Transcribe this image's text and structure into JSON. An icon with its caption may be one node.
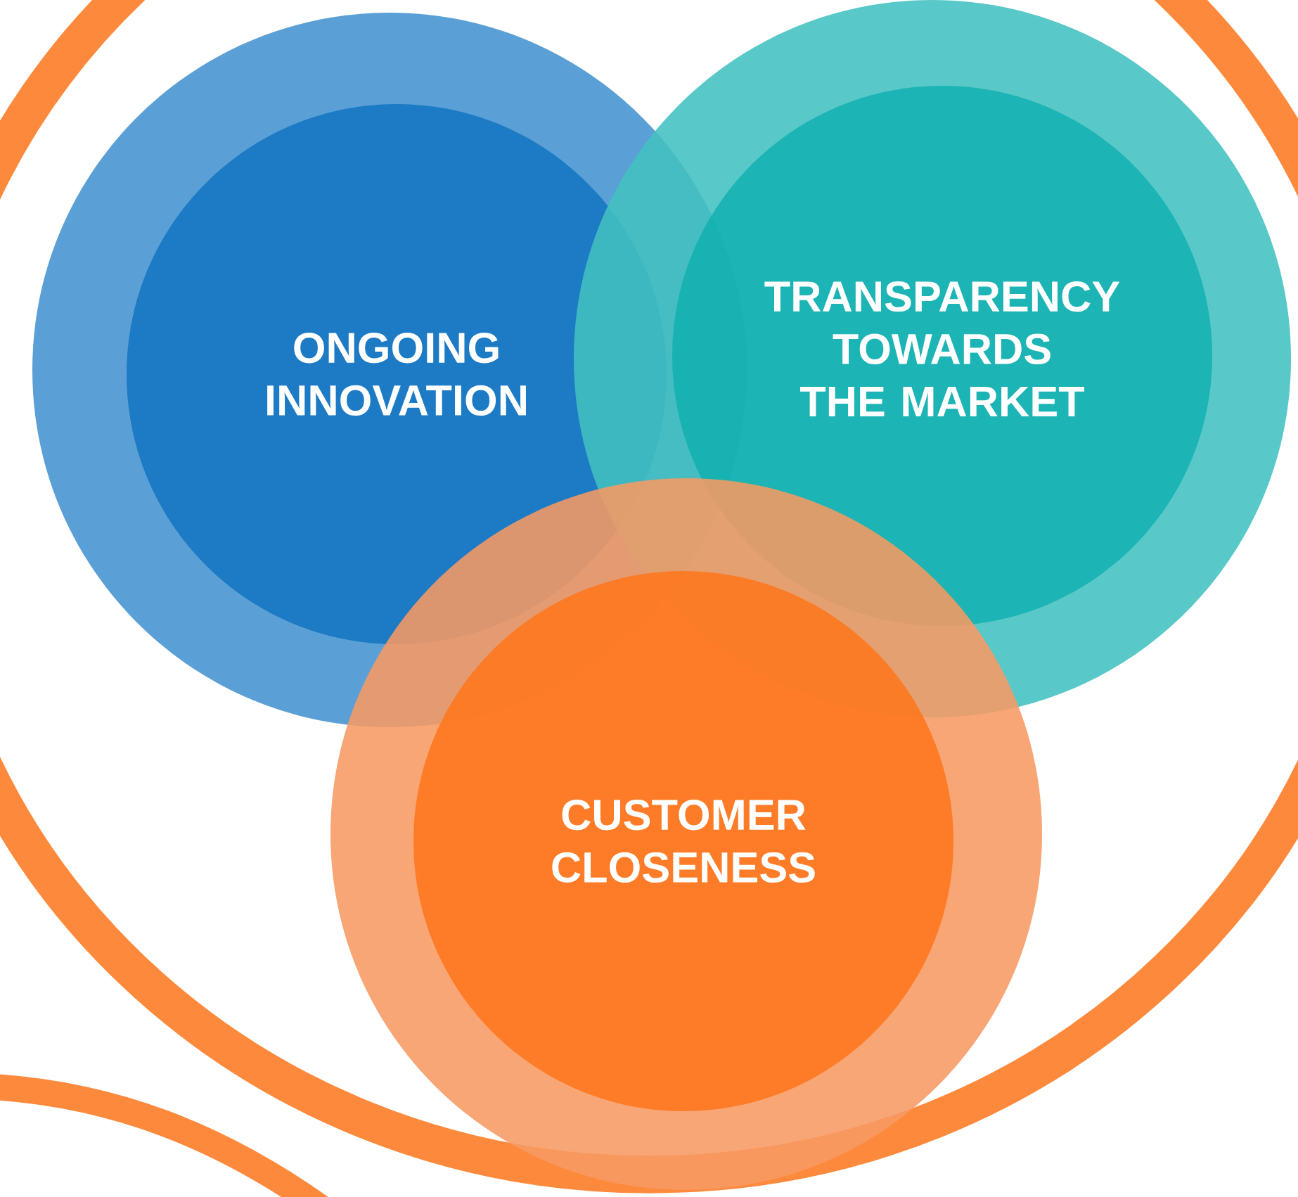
{
  "diagram": {
    "nodes": [
      {
        "text": [
          "ONGOING INNOVATION"
        ]
      },
      {
        "text": [
          "TRANSPARENCY TOWARDS THE MARKET"
        ]
      },
      {
        "text": [
          "CUSTOMER CLOSENESS"
        ]
      }
    ]
  }
}
